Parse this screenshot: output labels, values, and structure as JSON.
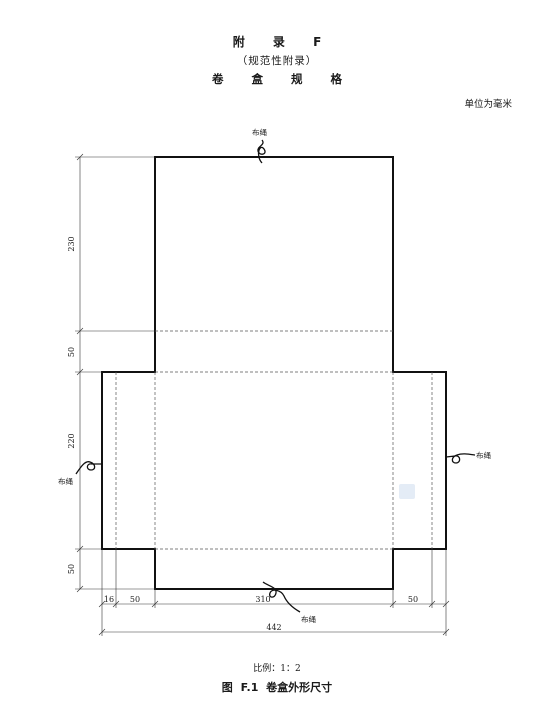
{
  "appendix": {
    "label": "附 录 F",
    "nature": "（规范性附录）",
    "title": "卷 盒 规 格"
  },
  "unit_note": "单位为毫米",
  "drawing": {
    "cloth_label": "布绳",
    "dimensions": {
      "top_flap_height": "230",
      "spine_band_height": "50",
      "body_height": "220",
      "bottom_flap_height": "50",
      "left_margin": "16",
      "left_side_flap": "50",
      "center_width": "310",
      "right_side_flap": "50",
      "total_width": "442"
    }
  },
  "scale_note": "比例：1：2",
  "figure_caption": "图 F.1 卷盒外形尺寸"
}
